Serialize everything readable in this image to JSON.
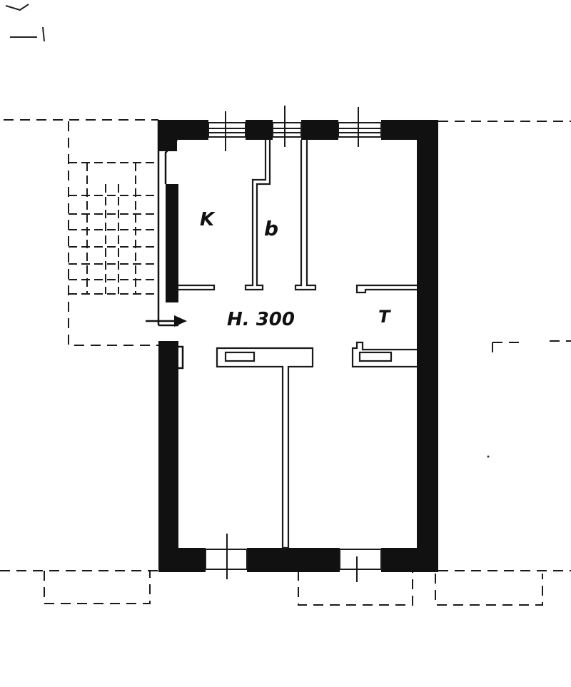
{
  "plan": {
    "room_labels": {
      "kitchen": "K",
      "bathroom": "b",
      "terrace": "T"
    },
    "ceiling_height": "H. 300"
  },
  "colors": {
    "wall": "#111111",
    "line": "#1a1a1a",
    "background": "#ffffff"
  },
  "icons": {
    "entrance": "entrance-arrow-icon",
    "stairs": "staircase-icon",
    "window": "window-icon"
  }
}
